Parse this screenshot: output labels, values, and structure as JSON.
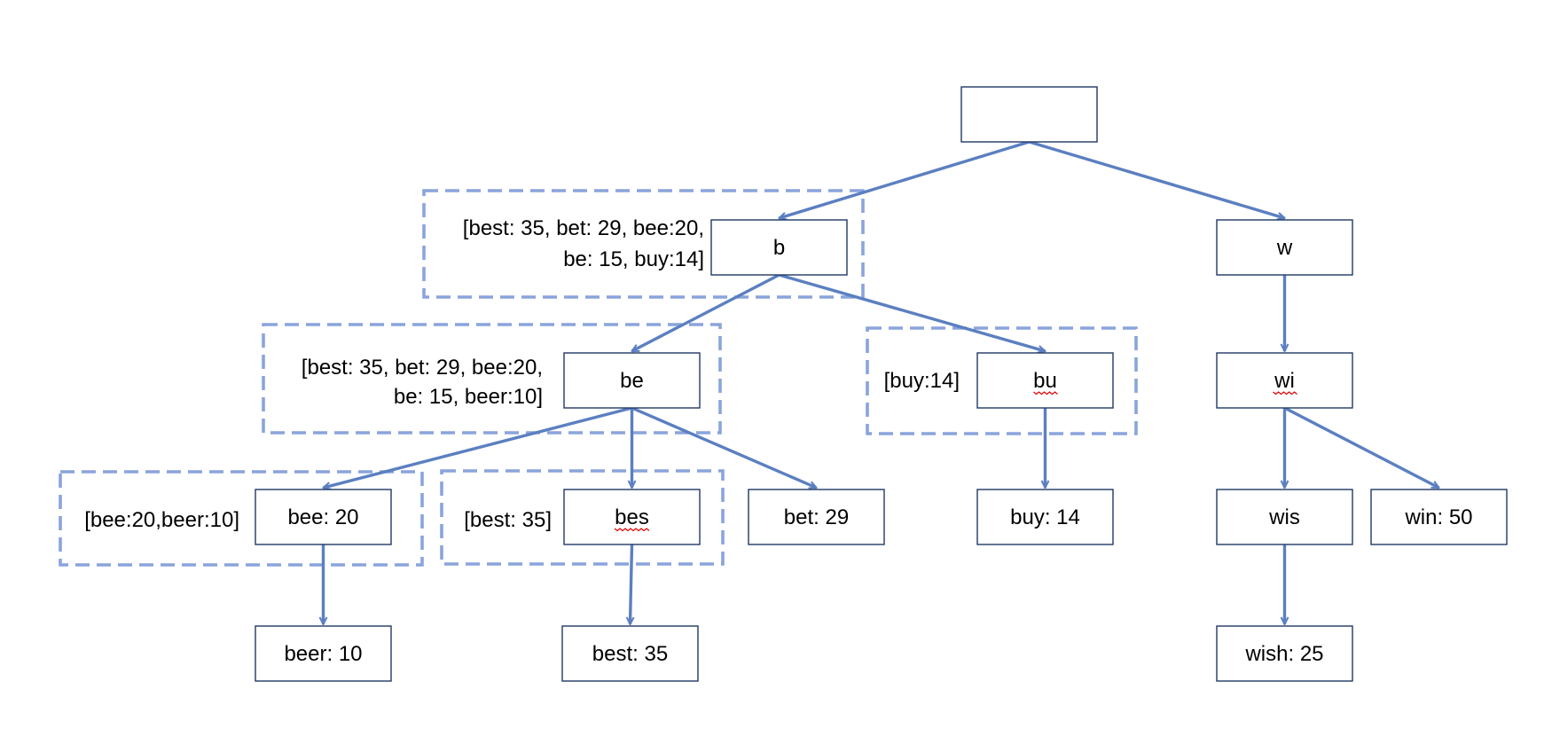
{
  "colors": {
    "node_border": "#1f3864",
    "edge": "#5b7fc1",
    "cache_border": "#8aa4dc",
    "spellcheck": "#e00000"
  },
  "nodes": [
    {
      "id": "root",
      "label": ""
    },
    {
      "id": "b",
      "label": "b"
    },
    {
      "id": "w",
      "label": "w"
    },
    {
      "id": "be",
      "label": "be"
    },
    {
      "id": "bu",
      "label": "bu",
      "spellcheck": true
    },
    {
      "id": "wi",
      "label": "wi",
      "spellcheck": true
    },
    {
      "id": "bee",
      "label": "bee: 20"
    },
    {
      "id": "bes",
      "label": "bes",
      "spellcheck": true
    },
    {
      "id": "bet",
      "label": "bet: 29"
    },
    {
      "id": "buy",
      "label": "buy: 14"
    },
    {
      "id": "wis",
      "label": "wis"
    },
    {
      "id": "win",
      "label": "win: 50"
    },
    {
      "id": "beer",
      "label": "beer: 10"
    },
    {
      "id": "best",
      "label": "best: 35"
    },
    {
      "id": "wish",
      "label": "wish: 25"
    }
  ],
  "edges": [
    {
      "from": "root",
      "to": "b"
    },
    {
      "from": "root",
      "to": "w"
    },
    {
      "from": "b",
      "to": "be"
    },
    {
      "from": "b",
      "to": "bu"
    },
    {
      "from": "w",
      "to": "wi"
    },
    {
      "from": "be",
      "to": "bee"
    },
    {
      "from": "be",
      "to": "bes"
    },
    {
      "from": "be",
      "to": "bet"
    },
    {
      "from": "bu",
      "to": "buy"
    },
    {
      "from": "wi",
      "to": "wis"
    },
    {
      "from": "wi",
      "to": "win"
    },
    {
      "from": "bee",
      "to": "beer"
    },
    {
      "from": "bes",
      "to": "best"
    },
    {
      "from": "wis",
      "to": "wish"
    }
  ],
  "caches": [
    {
      "id": "b",
      "lines": [
        "[best: 35, bet: 29, bee:20,",
        "be: 15, buy:14]"
      ]
    },
    {
      "id": "be",
      "lines": [
        "[best: 35, bet: 29, bee:20,",
        "be: 15, beer:10]"
      ]
    },
    {
      "id": "bu",
      "lines": [
        "[buy:14]"
      ]
    },
    {
      "id": "bee",
      "lines": [
        "[bee:20,beer:10]"
      ]
    },
    {
      "id": "bes",
      "lines": [
        "[best: 35]"
      ]
    }
  ]
}
